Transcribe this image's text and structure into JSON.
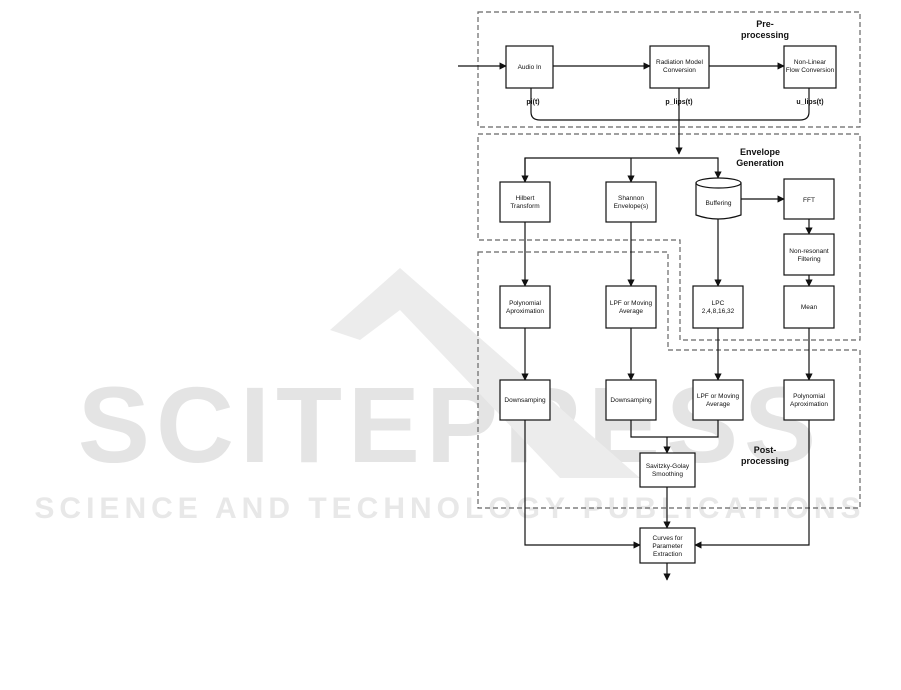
{
  "watermark": {
    "brand": "SCITEPRESS",
    "tagline": "SCIENCE AND TECHNOLOGY PUBLICATIONS"
  },
  "sections": {
    "preprocessing": [
      "Pre-",
      "processing"
    ],
    "envelope": [
      "Envelope",
      "Generation"
    ],
    "postprocessing": [
      "Post-",
      "processing"
    ]
  },
  "signals": {
    "pi": "pi(t)",
    "plips": "p_lips(t)",
    "ulips": "u_lips(t)"
  },
  "nodes": {
    "audio_in": [
      "Audio In"
    ],
    "radiation": [
      "Radiation Model",
      "Conversion"
    ],
    "nonlinear": [
      "Non-Linear",
      "Flow Conversion"
    ],
    "hilbert": [
      "Hilbert",
      "Transform"
    ],
    "shannon": [
      "Shannon",
      "Envelope(s)"
    ],
    "buffering": [
      "Buffering"
    ],
    "fft": [
      "FFT"
    ],
    "nonresonant": [
      "Non-resonant",
      "Filtering"
    ],
    "poly1": [
      "Polynomial",
      "Aproximation"
    ],
    "lpf1": [
      "LPF or Moving",
      "Average"
    ],
    "lpc": [
      "LPC",
      "2,4,8,16,32"
    ],
    "mean": [
      "Mean"
    ],
    "down1": [
      "Downsamping"
    ],
    "down2": [
      "Downsamping"
    ],
    "lpf2": [
      "LPF or Moving",
      "Average"
    ],
    "poly2": [
      "Polynomial",
      "Aproximation"
    ],
    "savgol": [
      "Savitzky-Golay",
      "Smoothing"
    ],
    "curves": [
      "Curves for",
      "Parameter",
      "Extraction"
    ]
  }
}
